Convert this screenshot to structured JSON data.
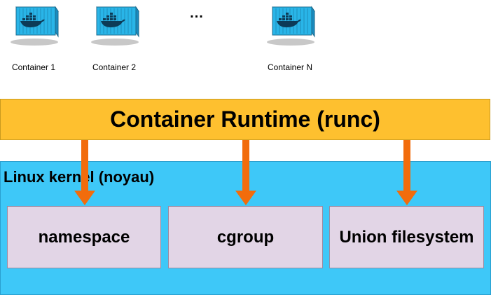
{
  "containers": [
    {
      "label": "Container 1",
      "icon": "docker-container-icon"
    },
    {
      "label": "Container 2",
      "icon": "docker-container-icon"
    },
    {
      "label": "Container N",
      "icon": "docker-container-icon"
    }
  ],
  "ellipsis": "...",
  "runtime": {
    "label": "Container Runtime (runc)",
    "color": "#fec02f"
  },
  "kernel": {
    "title": "Linux kernel (noyau)",
    "color": "#3ec8f8"
  },
  "subsystems": [
    {
      "label": "namespace"
    },
    {
      "label": "cgroup"
    },
    {
      "label": "Union filesystem"
    }
  ],
  "colors": {
    "arrow": "#f26c0c",
    "subsystem_fill": "#e2d5e6",
    "container_blue": "#29b5e8"
  }
}
